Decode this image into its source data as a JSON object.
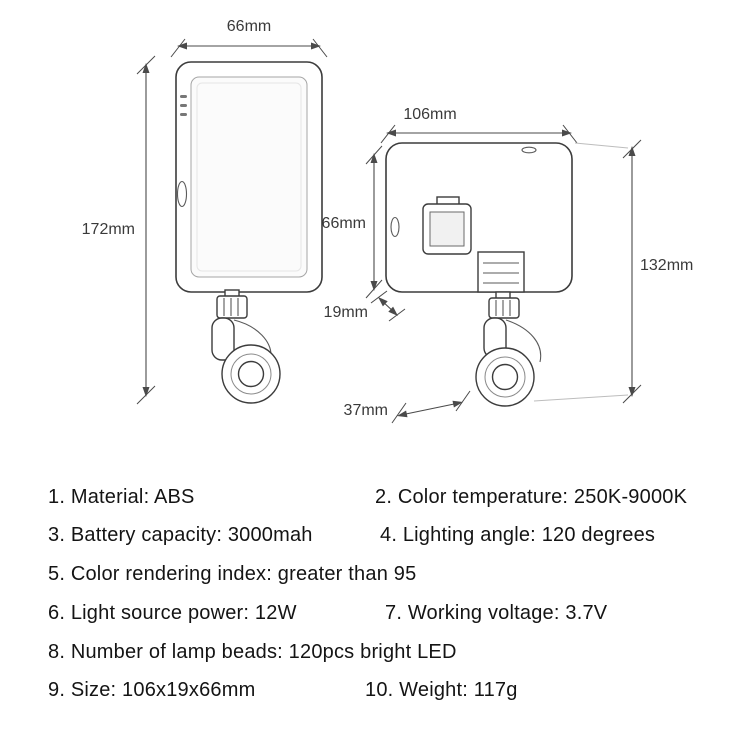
{
  "diagram": {
    "front_view": {
      "width": "66mm",
      "height": "172mm"
    },
    "side_view": {
      "width": "106mm",
      "height": "66mm",
      "depth": "19mm",
      "total_height": "132mm",
      "clip_width": "37mm"
    }
  },
  "specs": {
    "items": [
      {
        "text": "1. Material: ABS"
      },
      {
        "text": "2. Color temperature: 250K-9000K"
      },
      {
        "text": "3. Battery capacity: 3000mah"
      },
      {
        "text": "4. Lighting angle: 120 degrees"
      },
      {
        "text": "5. Color rendering index: greater than 95"
      },
      {
        "text": "6. Light source power: 12W"
      },
      {
        "text": "7. Working voltage: 3.7V"
      },
      {
        "text": "8. Number of lamp beads: 120pcs bright LED"
      },
      {
        "text": "9. Size: 106x19x66mm"
      },
      {
        "text": "10. Weight: 117g"
      }
    ]
  }
}
